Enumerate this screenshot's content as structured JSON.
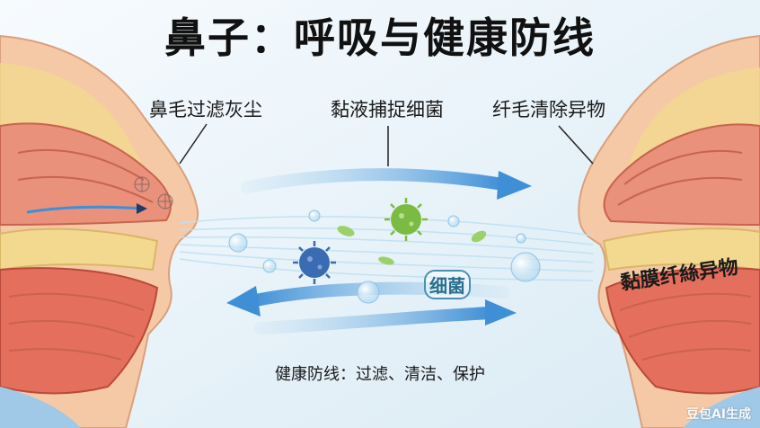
{
  "title": "鼻子：呼吸与健康防线",
  "labels": {
    "left": "鼻毛过滤灰尘",
    "middle": "黏液捕捉细菌",
    "right": "纤毛清除异物",
    "mucosa": "黏膜纤絲异物",
    "bacteria": "细菌"
  },
  "footer": "健康防线：过滤、清洁、保护",
  "watermark": "豆包AI生成",
  "colors": {
    "background": "#eaf3f8",
    "skin": "#f6c9a6",
    "tissue": "#e9917a",
    "bone": "#f3d98f",
    "arrow": "#3f8fd6",
    "virus_green": "#7cbb43",
    "virus_blue": "#3b6bb2"
  }
}
